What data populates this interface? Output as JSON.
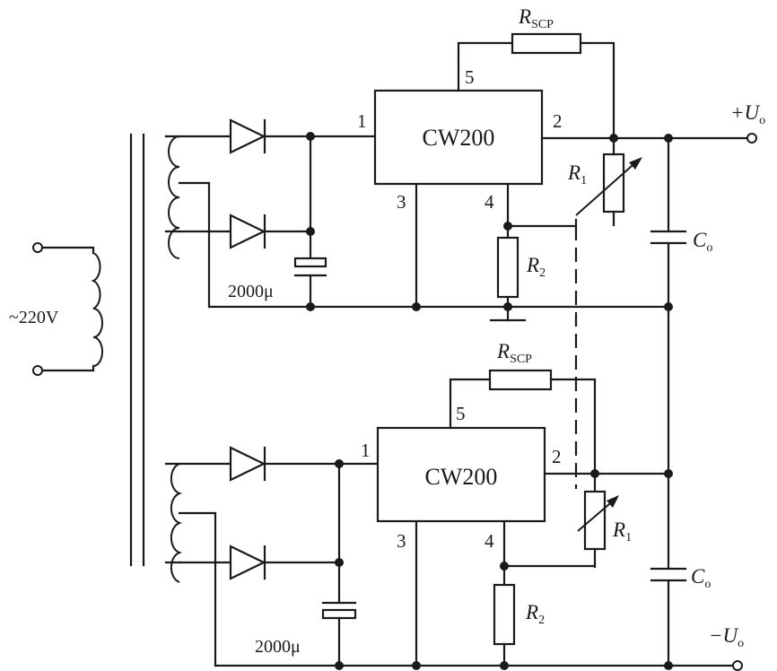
{
  "circuit": {
    "upper": {
      "chip": "CW200",
      "pins": {
        "p1": "1",
        "p2": "2",
        "p3": "3",
        "p4": "4",
        "p5": "5"
      },
      "rscp": {
        "main": "R",
        "sub": "SCP"
      },
      "r1": {
        "main": "R",
        "sub": "1"
      },
      "r2": {
        "main": "R",
        "sub": "2"
      },
      "cap": {
        "main": "C",
        "sub": "o"
      },
      "cap_value": "2000μ",
      "output": {
        "main": "+U",
        "sub": "o"
      }
    },
    "lower": {
      "chip": "CW200",
      "pins": {
        "p1": "1",
        "p2": "2",
        "p3": "3",
        "p4": "4",
        "p5": "5"
      },
      "rscp": {
        "main": "R",
        "sub": "SCP"
      },
      "r1": {
        "main": "R",
        "sub": "1"
      },
      "r2": {
        "main": "R",
        "sub": "2"
      },
      "cap": {
        "main": "C",
        "sub": "o"
      },
      "cap_value": "2000μ",
      "output": {
        "main": "−U",
        "sub": "o"
      }
    },
    "input": {
      "voltage": "~220V"
    }
  }
}
